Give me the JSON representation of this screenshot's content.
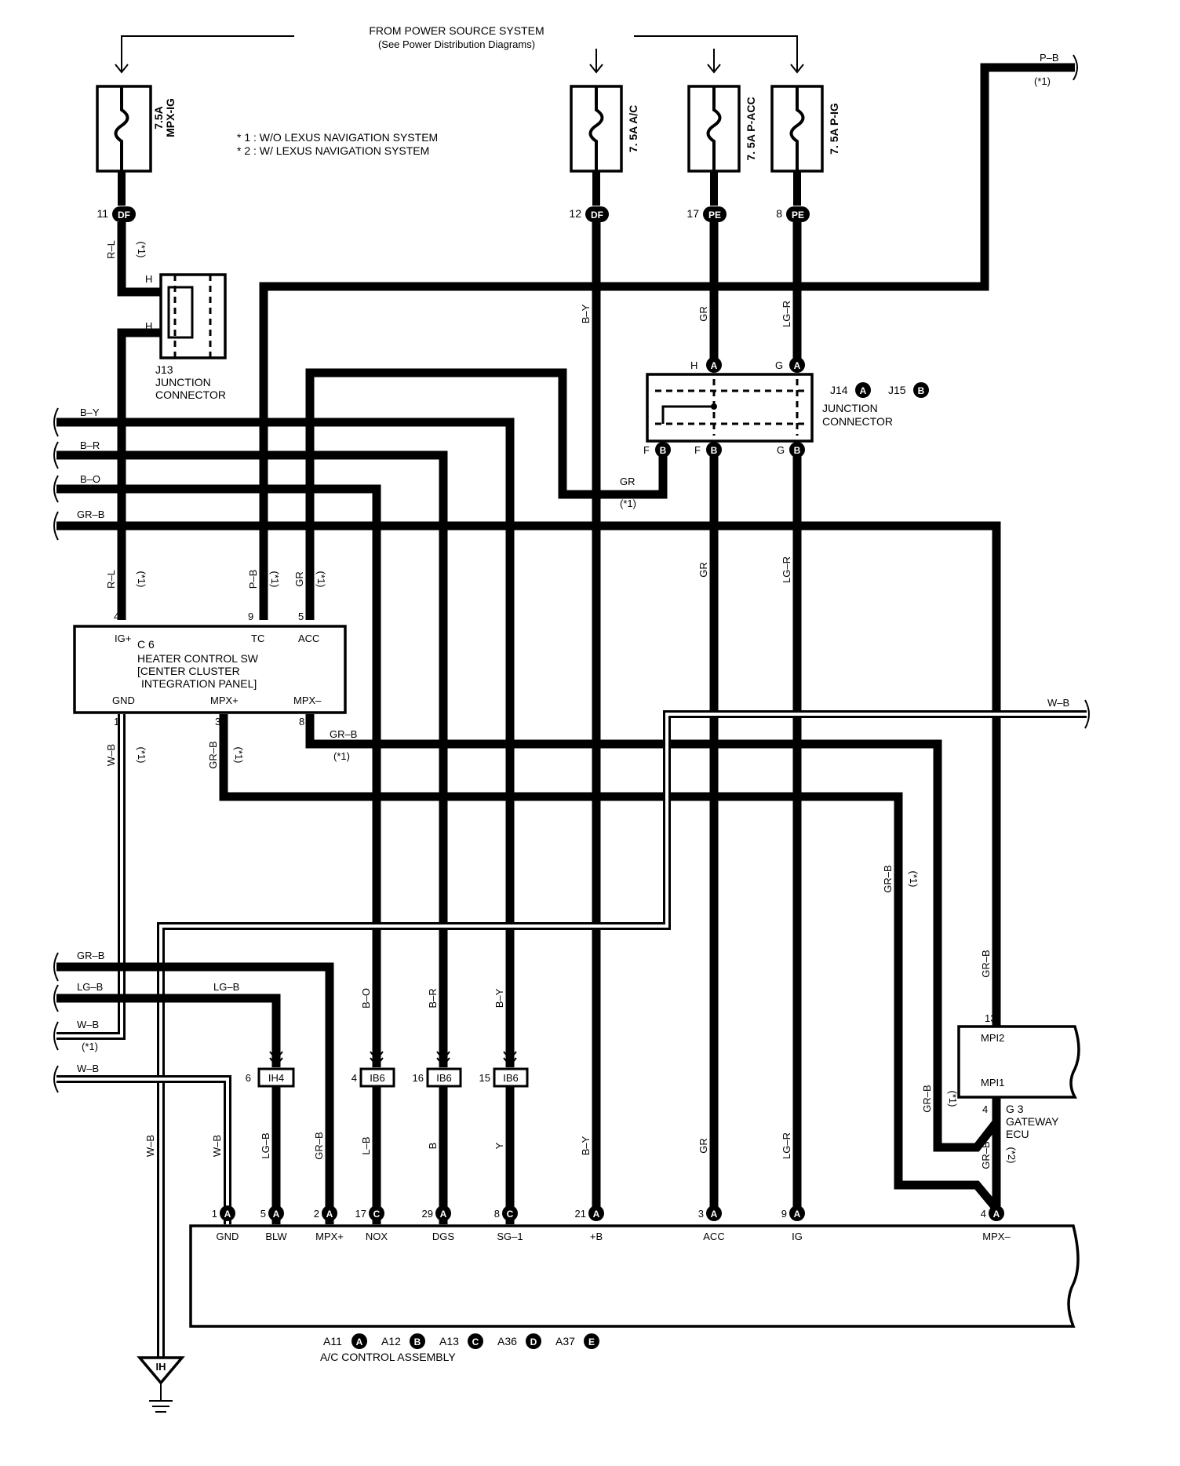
{
  "header": {
    "line1": "FROM POWER SOURCE SYSTEM",
    "line2": "(See Power Distribution Diagrams)"
  },
  "notes": {
    "n1": "* 1 : W/O LEXUS NAVIGATION SYSTEM",
    "n2": "* 2 : W/ LEXUS NAVIGATION SYSTEM"
  },
  "fuses": {
    "mpx_ig": {
      "amp": "7.5A",
      "name": "MPX-IG"
    },
    "ac": {
      "label": "7. 5A A/C"
    },
    "p_acc": {
      "label": "7. 5A P-ACC"
    },
    "p_ig": {
      "label": "7. 5A P-IG"
    }
  },
  "top_connectors": [
    {
      "pin": "11",
      "code": "DF"
    },
    {
      "pin": "12",
      "code": "DF"
    },
    {
      "pin": "17",
      "code": "PE"
    },
    {
      "pin": "8",
      "code": "PE"
    }
  ],
  "j13": {
    "code": "J13",
    "name1": "JUNCTION",
    "name2": "CONNECTOR",
    "pin": "H"
  },
  "j14": {
    "j14": "J14",
    "j15": "J15",
    "a": "A",
    "b": "B",
    "name1": "JUNCTION",
    "name2": "CONNECTOR",
    "pin_h": "H",
    "pin_g": "G",
    "pin_f": "F"
  },
  "c6": {
    "code": "C 6",
    "title1": "HEATER CONTROL SW",
    "title2": "[CENTER CLUSTER",
    "title3": "INTEGRATION PANEL]",
    "pins": {
      "ig": "IG+",
      "tc": "TC",
      "acc": "ACC",
      "gnd": "GND",
      "mpxp": "MPX+",
      "mpxm": "MPX–"
    },
    "nums": {
      "ig": "4",
      "tc": "9",
      "acc": "5",
      "gnd": "1",
      "mpxp": "3",
      "mpxm": "8"
    }
  },
  "g3": {
    "code": "G 3",
    "name1": "GATEWAY",
    "name2": "ECU",
    "mpi2": "MPI2",
    "mpi1": "MPI1",
    "pin13": "13",
    "pin4": "4"
  },
  "wires": {
    "rl": "R–L",
    "pb": "P–B",
    "by": "B–Y",
    "br": "B–R",
    "bo": "B–O",
    "grb": "GR–B",
    "gr": "GR",
    "lgr": "LG–R",
    "wb": "W–B",
    "lgb": "LG–B",
    "lb": "L–B",
    "b": "B",
    "y": "Y",
    "star1": "(*1)",
    "star2": "(*2)"
  },
  "inline_connectors": [
    {
      "pin": "6",
      "code": "IH4"
    },
    {
      "pin": "4",
      "code": "IB6"
    },
    {
      "pin": "16",
      "code": "IB6"
    },
    {
      "pin": "15",
      "code": "IB6"
    }
  ],
  "ac_assembly": {
    "name": "A/C CONTROL ASSEMBLY",
    "parts": [
      "A11",
      "A12",
      "A13",
      "A36",
      "A37"
    ],
    "letters": [
      "A",
      "B",
      "C",
      "D",
      "E"
    ],
    "terminals": [
      {
        "num": "1",
        "letter": "A",
        "name": "GND"
      },
      {
        "num": "5",
        "letter": "A",
        "name": "BLW"
      },
      {
        "num": "2",
        "letter": "A",
        "name": "MPX+"
      },
      {
        "num": "17",
        "letter": "C",
        "name": "NOX"
      },
      {
        "num": "29",
        "letter": "A",
        "name": "DGS"
      },
      {
        "num": "8",
        "letter": "C",
        "name": "SG–1"
      },
      {
        "num": "21",
        "letter": "A",
        "name": "+B"
      },
      {
        "num": "3",
        "letter": "A",
        "name": "ACC"
      },
      {
        "num": "9",
        "letter": "A",
        "name": "IG"
      },
      {
        "num": "4",
        "letter": "A",
        "name": "MPX–"
      }
    ]
  },
  "ground": {
    "code": "IH"
  }
}
